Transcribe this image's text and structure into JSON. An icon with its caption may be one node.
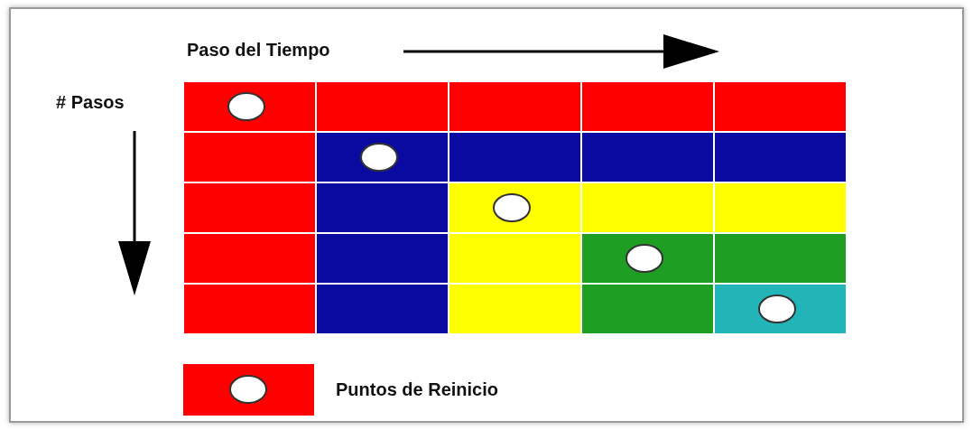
{
  "diagram": {
    "labels": [
      "Paso del Tiempo",
      "# Pasos"
    ],
    "legend": [
      {
        "text": "Puntos de Reinicio"
      }
    ]
  }
}
